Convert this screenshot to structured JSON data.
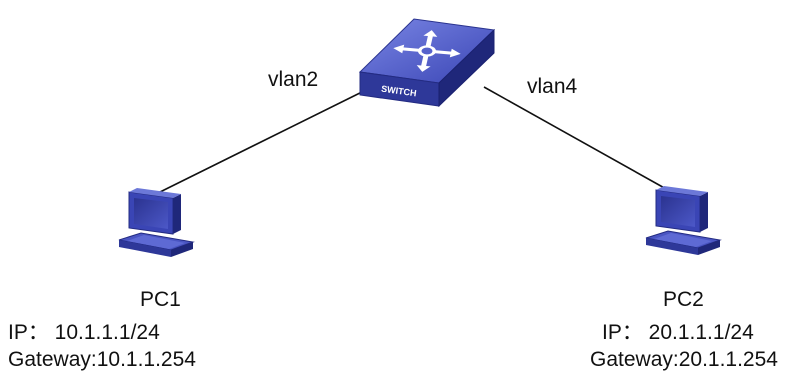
{
  "switch": {
    "label": "SWITCH",
    "icon": "switch-icon"
  },
  "links": [
    {
      "from": "switch",
      "to": "pc1",
      "label": "vlan2"
    },
    {
      "from": "switch",
      "to": "pc2",
      "label": "vlan4"
    }
  ],
  "hosts": [
    {
      "name": "PC1",
      "ip_line": "IP： 10.1.1.1/24",
      "gateway_line": "Gateway:10.1.1.254",
      "icon": "pc-icon"
    },
    {
      "name": "PC2",
      "ip_line": "IP： 20.1.1.1/24",
      "gateway_line": "Gateway:20.1.1.254",
      "icon": "pc-icon"
    }
  ],
  "colors": {
    "device_blue": "#3a45b5",
    "device_light": "#6c78d8",
    "device_dark": "#1f277a",
    "line": "#111111"
  }
}
